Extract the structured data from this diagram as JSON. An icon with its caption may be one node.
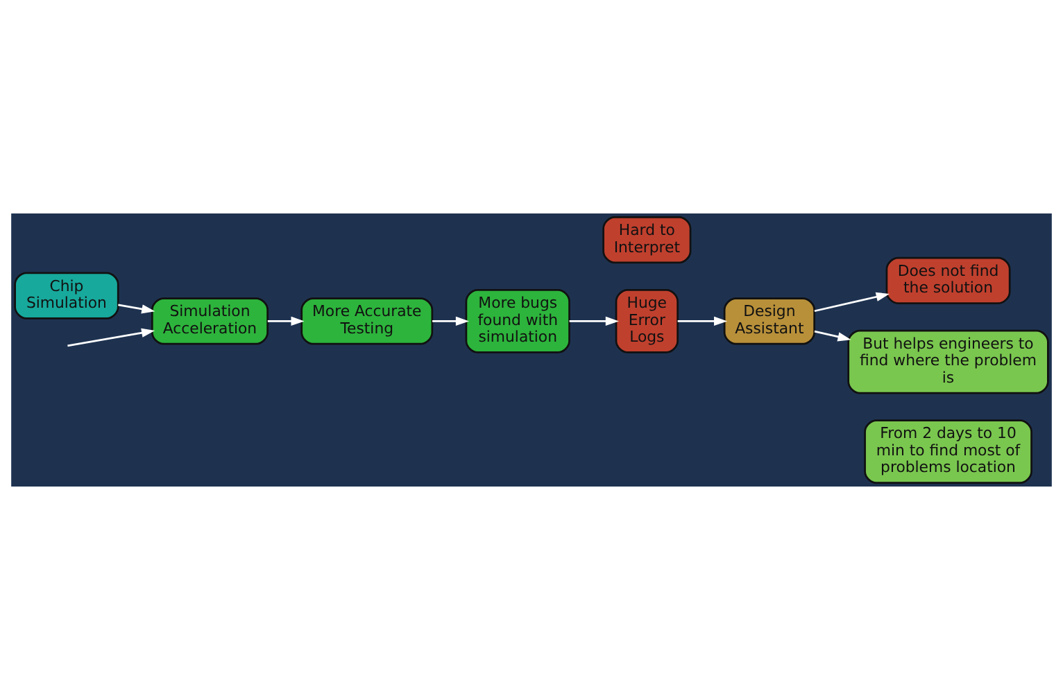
{
  "diagram": {
    "nodes": [
      {
        "text": [
          "Chip Simulation"
        ]
      },
      {
        "text": [
          "Simulation Acceleration"
        ]
      },
      {
        "text": [
          "More Accurate Testing"
        ]
      },
      {
        "text": [
          "More bugs found with simulation"
        ]
      },
      {
        "text": [
          "Huge Error Logs"
        ]
      },
      {
        "text": [
          "Hard to Interpret"
        ]
      },
      {
        "text": [
          "Design Assistant"
        ]
      },
      {
        "text": [
          "Does not find the solution"
        ]
      },
      {
        "text": [
          "But helps engineers to find where the problem is"
        ]
      },
      {
        "text": [
          "From 2 days to 10 min to find most of problems location"
        ]
      }
    ],
    "edges": [
      {
        "from": 0,
        "to": 1,
        "arrow": "to"
      },
      {
        "from": null,
        "to": 1,
        "arrow": "to"
      },
      {
        "from": 1,
        "to": 2,
        "arrow": "to"
      },
      {
        "from": 2,
        "to": 3,
        "arrow": "to"
      },
      {
        "from": 3,
        "to": 4,
        "arrow": "to"
      },
      {
        "from": 4,
        "to": 6,
        "arrow": "to"
      },
      {
        "from": 6,
        "to": 7,
        "arrow": "to"
      },
      {
        "from": 6,
        "to": 8,
        "arrow": "to"
      }
    ]
  }
}
